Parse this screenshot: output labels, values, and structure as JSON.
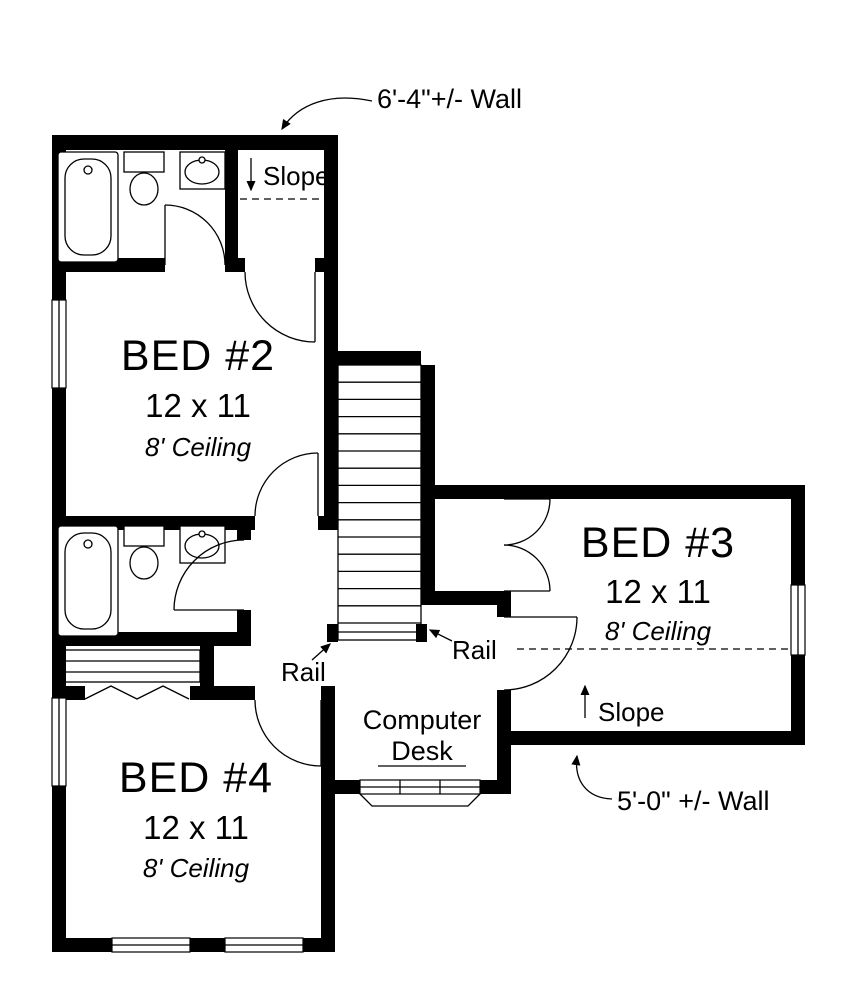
{
  "drawing": {
    "background": "#ffffff",
    "line_color": "#000000"
  },
  "rooms": {
    "bed2": {
      "name": "BED #2",
      "dimensions": "12 x 11",
      "ceiling": "8' Ceiling"
    },
    "bed3": {
      "name": "BED #3",
      "dimensions": "12 x 11",
      "ceiling": "8' Ceiling"
    },
    "bed4": {
      "name": "BED #4",
      "dimensions": "12 x 11",
      "ceiling": "8' Ceiling"
    }
  },
  "labels": {
    "wall_top": "6'-4\"+/-  Wall",
    "wall_bottom": "5'-0\" +/- Wall",
    "slope_top": "Slope",
    "slope_bed3": "Slope",
    "rail_left": "Rail",
    "rail_right": "Rail",
    "computer_desk_line1": "Computer",
    "computer_desk_line2": "Desk"
  }
}
